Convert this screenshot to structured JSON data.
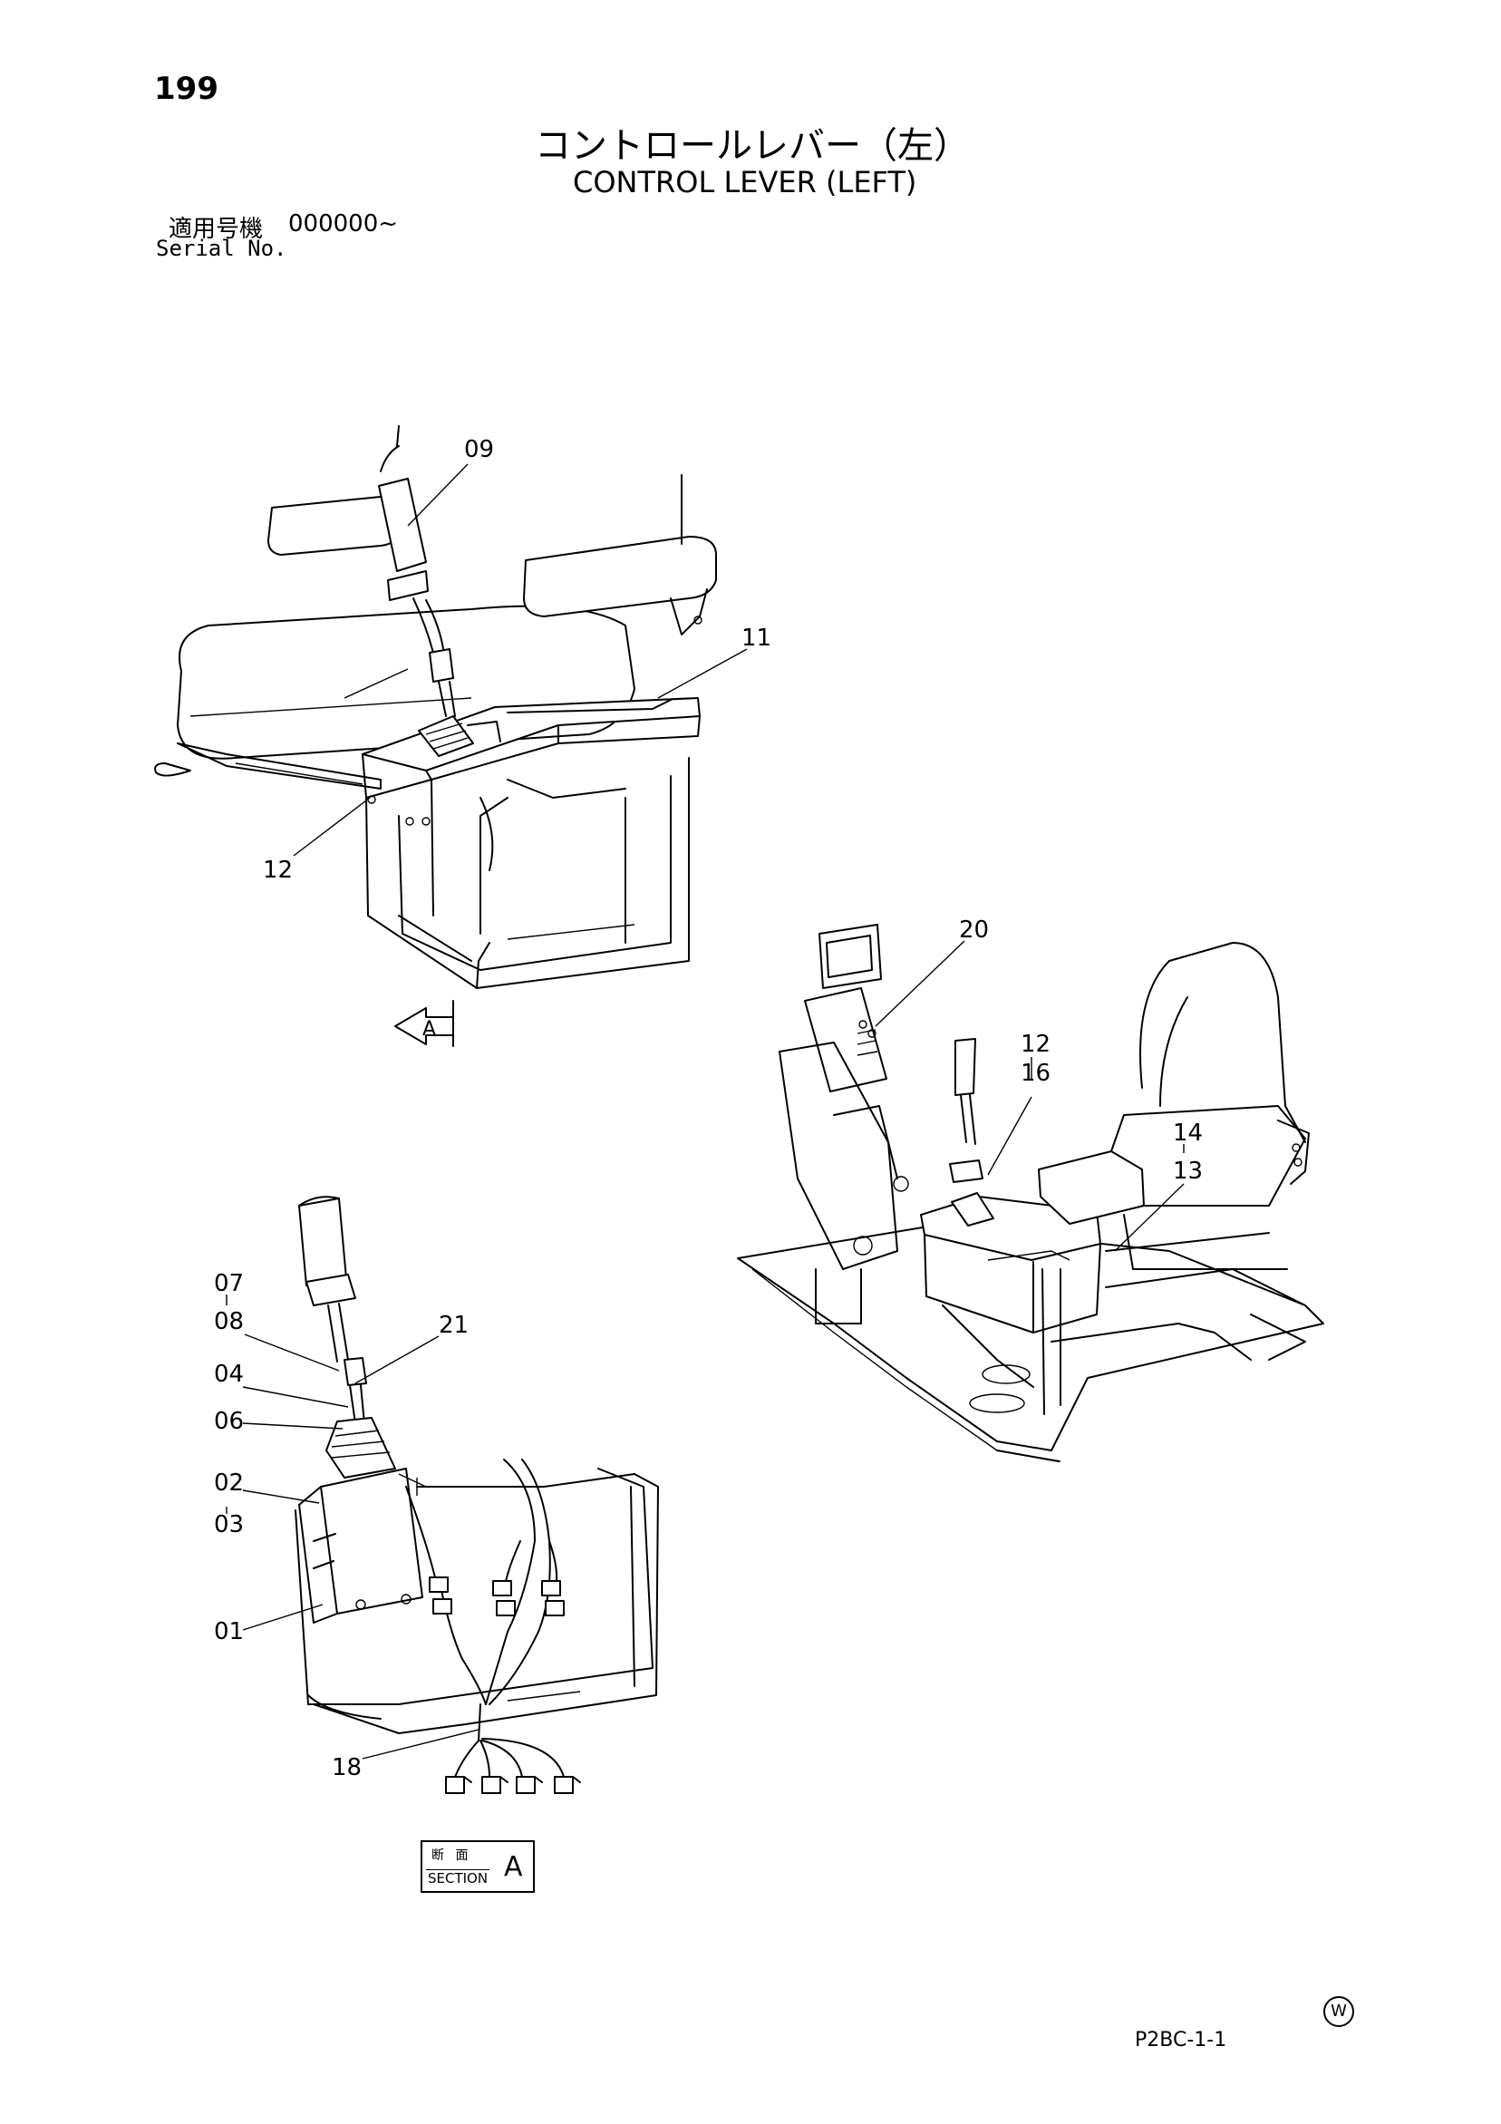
{
  "header": {
    "page_number": "199",
    "title_jp": "コントロールレバー（左）",
    "title_en": "CONTROL LEVER (LEFT)",
    "serial_label_jp": "適用号機",
    "serial_range": "000000~",
    "serial_label_en": "Serial No."
  },
  "callouts": {
    "c09": "09",
    "c11": "11",
    "c12_top": "12",
    "c20": "20",
    "c12_cab": "12",
    "c16": "16",
    "c14": "14",
    "c13": "13",
    "c07": "07",
    "c08": "08",
    "c21": "21",
    "c04": "04",
    "c06": "06",
    "c02": "02",
    "c03": "03",
    "c01": "01",
    "c18": "18",
    "view_a": "A"
  },
  "section_label": {
    "jp": "断 面",
    "en": "SECTION",
    "letter": "A"
  },
  "footer": {
    "code": "P2BC-1-1",
    "mark": "W"
  }
}
